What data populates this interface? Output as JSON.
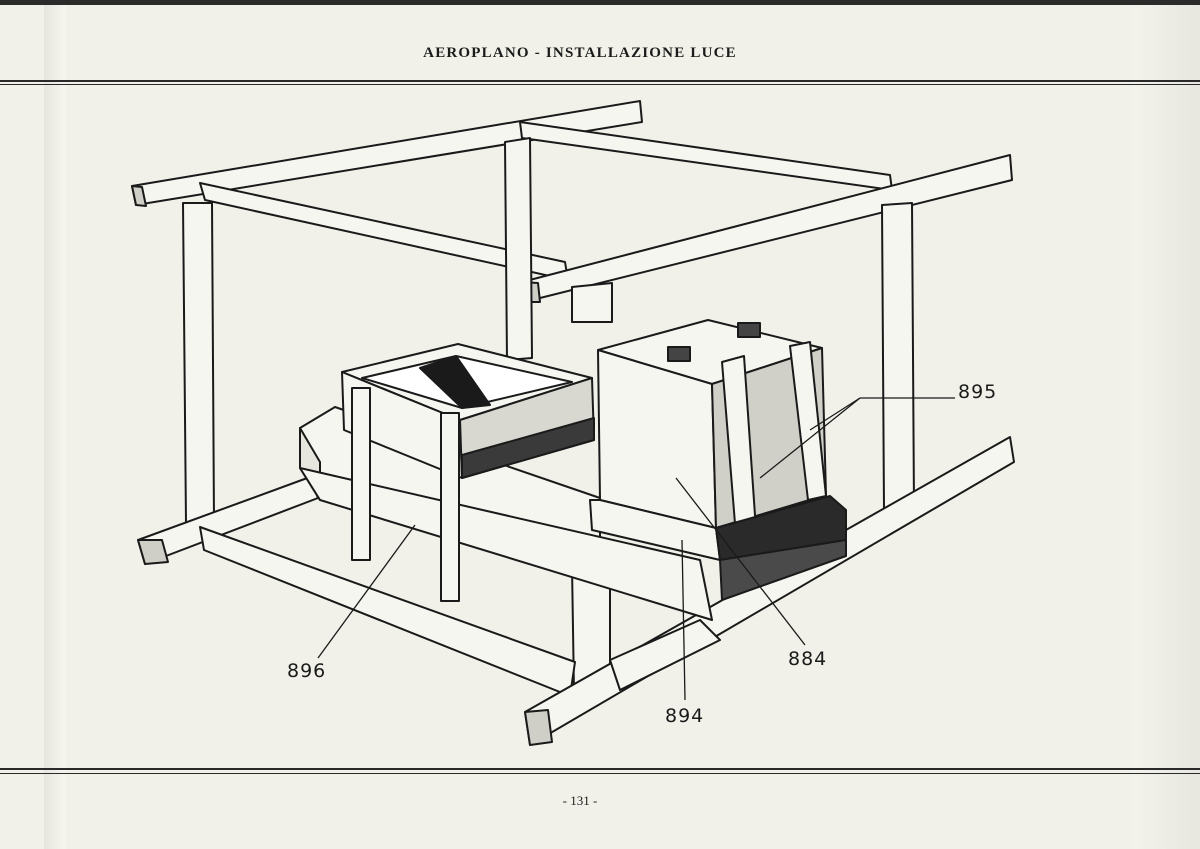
{
  "header": {
    "title": "AEROPLANO - INSTALLAZIONE LUCE"
  },
  "footer": {
    "page_number": "- 131 -"
  },
  "figure": {
    "callouts": {
      "c895": "895",
      "c896": "896",
      "c884": "884",
      "c894": "894"
    }
  }
}
